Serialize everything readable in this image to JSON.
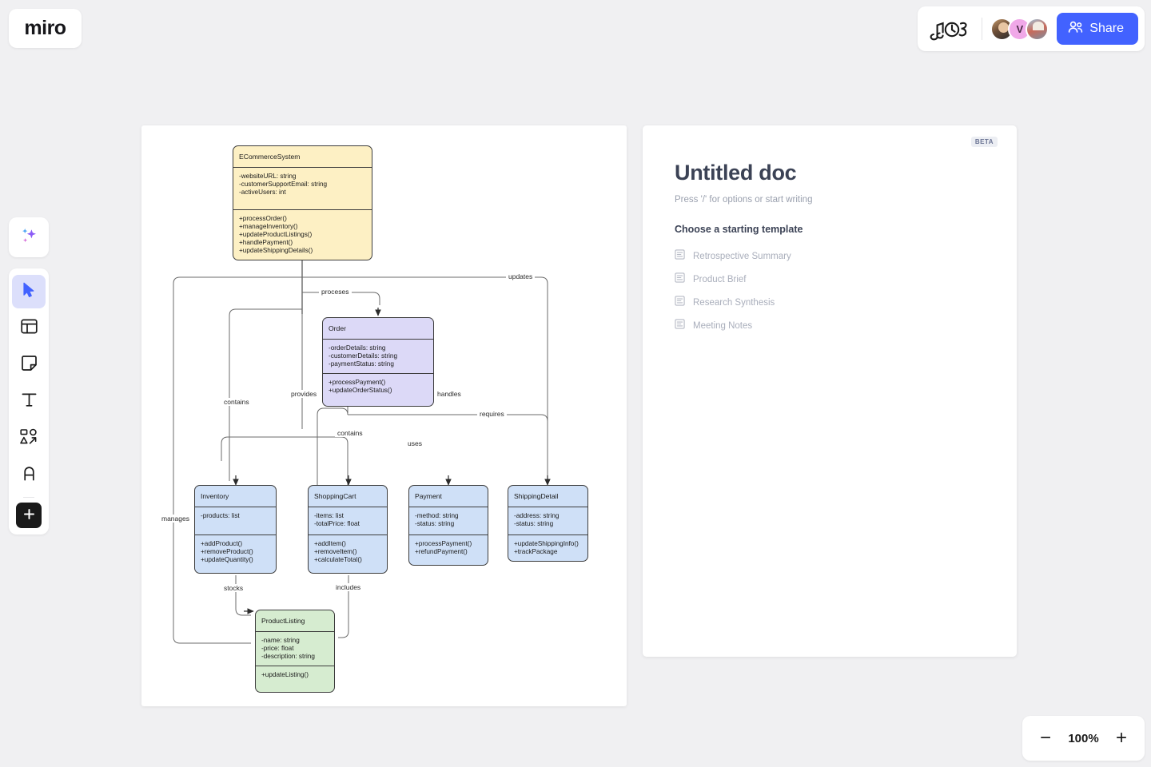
{
  "app": {
    "name": "miro",
    "logo_text": "miro"
  },
  "header": {
    "jam_icon": "music-notes-icon",
    "share_label": "Share",
    "share_icon": "people-icon",
    "share_color": "#4262ff",
    "avatars": [
      {
        "name": "avatar-user-1",
        "initial": ""
      },
      {
        "name": "avatar-user-2",
        "initial": "V"
      },
      {
        "name": "avatar-user-3",
        "initial": ""
      }
    ]
  },
  "toolbar": {
    "ai": {
      "label": "AI",
      "icon": "sparkle-icon"
    },
    "items": [
      {
        "icon": "cursor-icon",
        "label": "Select",
        "active": true
      },
      {
        "icon": "template-icon",
        "label": "Templates",
        "active": false
      },
      {
        "icon": "sticky-note-icon",
        "label": "Sticky note",
        "active": false
      },
      {
        "icon": "text-icon",
        "label": "Text",
        "active": false
      },
      {
        "icon": "shapes-icon",
        "label": "Shapes",
        "active": false
      },
      {
        "icon": "pen-icon",
        "label": "Pen",
        "active": false
      }
    ],
    "plus": {
      "icon": "plus-icon",
      "label": "More apps"
    }
  },
  "zoom": {
    "value": "100%",
    "minus": "−",
    "plus": "+"
  },
  "doc": {
    "badge": "BETA",
    "title": "Untitled doc",
    "hint": "Press '/' for options or start writing",
    "subtitle": "Choose a starting template",
    "templates": [
      {
        "icon": "doc-icon",
        "label": "Retrospective Summary"
      },
      {
        "icon": "doc-icon",
        "label": "Product Brief"
      },
      {
        "icon": "doc-icon",
        "label": "Research Synthesis"
      },
      {
        "icon": "doc-icon",
        "label": "Meeting Notes"
      }
    ]
  },
  "diagram": {
    "type": "uml-class-diagram",
    "classes": [
      {
        "id": "ecommercesystem",
        "name": "ECommerceSystem",
        "color": "#fdf0c4",
        "attributes": [
          "-websiteURL: string",
          "-customerSupportEmail: string",
          "-activeUsers: int"
        ],
        "methods": [
          "+processOrder()",
          "+manageInventory()",
          "+updateProductListings()",
          "+handlePayment()",
          "+updateShippingDetails()"
        ]
      },
      {
        "id": "order",
        "name": "Order",
        "color": "#dcd9f7",
        "attributes": [
          "-orderDetails: string",
          "-customerDetails: string",
          "-paymentStatus: string"
        ],
        "methods": [
          "+processPayment()",
          "+updateOrderStatus()"
        ]
      },
      {
        "id": "inventory",
        "name": "Inventory",
        "color": "#cfe0f7",
        "attributes": [
          "-products: list"
        ],
        "methods": [
          "+addProduct()",
          "+removeProduct()",
          "+updateQuantity()"
        ]
      },
      {
        "id": "shoppingcart",
        "name": "ShoppingCart",
        "color": "#cfe0f7",
        "attributes": [
          "-items: list",
          "-totalPrice: float"
        ],
        "methods": [
          "+addItem()",
          "+removeItem()",
          "+calculateTotal()"
        ]
      },
      {
        "id": "payment",
        "name": "Payment",
        "color": "#cfe0f7",
        "attributes": [
          "-method: string",
          "-status: string"
        ],
        "methods": [
          "+processPayment()",
          "+refundPayment()"
        ]
      },
      {
        "id": "shippingdetail",
        "name": "ShippingDetail",
        "color": "#cfe0f7",
        "attributes": [
          "-address: string",
          "-status: string"
        ],
        "methods": [
          "+updateShippingInfo()",
          "+trackPackage"
        ]
      },
      {
        "id": "productlisting",
        "name": "ProductListing",
        "color": "#d6ecd0",
        "attributes": [
          "-name: string",
          "-price: float",
          "-description: string"
        ],
        "methods": [
          "+updateListing()"
        ]
      }
    ],
    "relations": [
      {
        "label": "updates",
        "from": "ecommercesystem",
        "to": "shippingdetail"
      },
      {
        "label": "proceses",
        "from": "ecommercesystem",
        "to": "order"
      },
      {
        "label": "contains",
        "from": "ecommercesystem",
        "to": "inventory"
      },
      {
        "label": "provides",
        "from": "ecommercesystem",
        "to": "order"
      },
      {
        "label": "manages",
        "from": "ecommercesystem",
        "to": "productlisting"
      },
      {
        "label": "handles",
        "from": "order",
        "to": "payment"
      },
      {
        "label": "requires",
        "from": "order",
        "to": "shippingdetail"
      },
      {
        "label": "contains",
        "from": "order",
        "to": "shoppingcart"
      },
      {
        "label": "uses",
        "from": "order",
        "to": "payment"
      },
      {
        "label": "stocks",
        "from": "inventory",
        "to": "productlisting"
      },
      {
        "label": "includes",
        "from": "shoppingcart",
        "to": "productlisting"
      }
    ]
  }
}
